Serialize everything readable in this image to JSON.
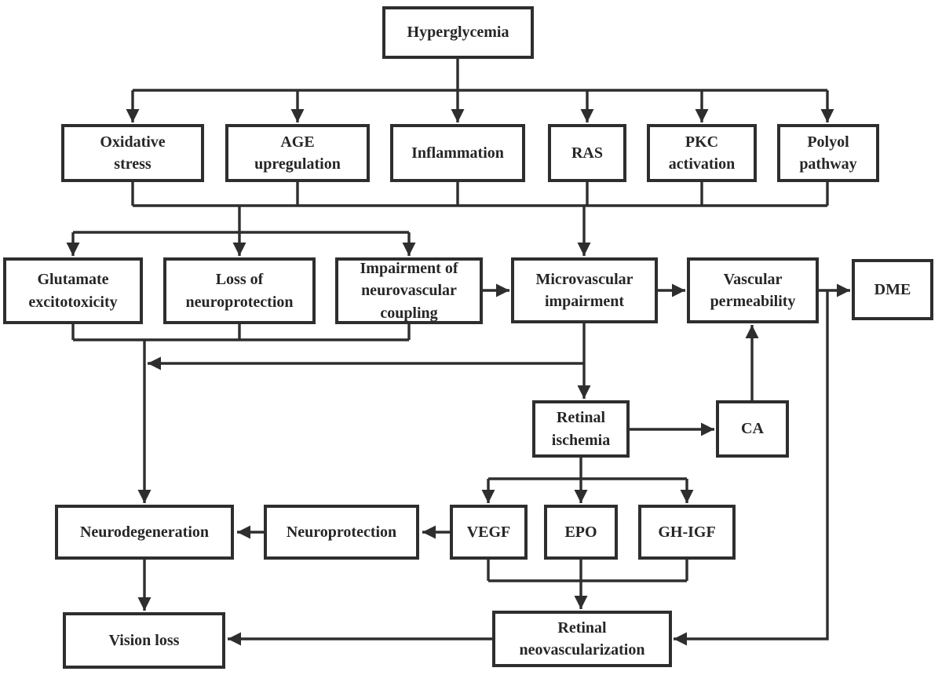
{
  "diagram": {
    "type": "flowchart",
    "topic": "Pathways from hyperglycemia to vision loss (diabetic retinopathy)",
    "colors": {
      "background": "#ffffff",
      "line": "#2e2e2e",
      "text": "#262626",
      "box_fill": "#ffffff"
    }
  },
  "nodes": {
    "hyperglycemia": {
      "label": "Hyperglycemia"
    },
    "oxidative_stress": {
      "label": "Oxidative stress"
    },
    "age_upregulation": {
      "label": "AGE upregulation"
    },
    "inflammation": {
      "label": "Inflammation"
    },
    "ras": {
      "label": "RAS"
    },
    "pkc_activation": {
      "label": "PKC activation"
    },
    "polyol_pathway": {
      "label": "Polyol pathway"
    },
    "glutamate_excitotoxicity": {
      "label": "Glutamate excitotoxicity"
    },
    "loss_of_neuroprotection": {
      "label": "Loss of neuroprotection"
    },
    "impairment_neurovascular_coupling": {
      "label": "Impairment of neurovascular coupling"
    },
    "microvascular_impairment": {
      "label": "Microvascular impairment"
    },
    "vascular_permeability": {
      "label": "Vascular permeability"
    },
    "dme": {
      "label": "DME"
    },
    "retinal_ischemia": {
      "label": "Retinal ischemia"
    },
    "ca": {
      "label": "CA"
    },
    "neurodegeneration": {
      "label": "Neurodegeneration"
    },
    "neuroprotection": {
      "label": "Neuroprotection"
    },
    "vegf": {
      "label": "VEGF"
    },
    "epo": {
      "label": "EPO"
    },
    "gh_igf": {
      "label": "GH-IGF"
    },
    "vision_loss": {
      "label": "Vision loss"
    },
    "retinal_neovascularization": {
      "label": "Retinal neovascularization"
    }
  },
  "edges": [
    {
      "from": "hyperglycemia",
      "to": [
        "oxidative_stress",
        "age_upregulation",
        "inflammation",
        "ras",
        "pkc_activation",
        "polyol_pathway"
      ]
    },
    {
      "from": "oxidative_stress+age_upregulation+inflammation+ras+pkc_activation+polyol_pathway",
      "to": [
        "glutamate_excitotoxicity",
        "loss_of_neuroprotection",
        "impairment_neurovascular_coupling",
        "microvascular_impairment"
      ]
    },
    {
      "from": "impairment_neurovascular_coupling",
      "to": [
        "microvascular_impairment"
      ]
    },
    {
      "from": "microvascular_impairment",
      "to": [
        "vascular_permeability",
        "retinal_ischemia",
        "neurodegeneration"
      ]
    },
    {
      "from": "vascular_permeability",
      "to": [
        "dme",
        "retinal_neovascularization"
      ]
    },
    {
      "from": "glutamate_excitotoxicity+loss_of_neuroprotection+impairment_neurovascular_coupling",
      "to": [
        "neurodegeneration"
      ]
    },
    {
      "from": "retinal_ischemia",
      "to": [
        "ca",
        "vegf",
        "epo",
        "gh_igf"
      ]
    },
    {
      "from": "ca",
      "to": [
        "vascular_permeability"
      ]
    },
    {
      "from": "vegf",
      "to": [
        "neuroprotection"
      ]
    },
    {
      "from": "neuroprotection",
      "to": [
        "neurodegeneration"
      ]
    },
    {
      "from": "vegf+epo+gh_igf",
      "to": [
        "retinal_neovascularization"
      ]
    },
    {
      "from": "neurodegeneration",
      "to": [
        "vision_loss"
      ]
    },
    {
      "from": "retinal_neovascularization",
      "to": [
        "vision_loss"
      ]
    }
  ]
}
